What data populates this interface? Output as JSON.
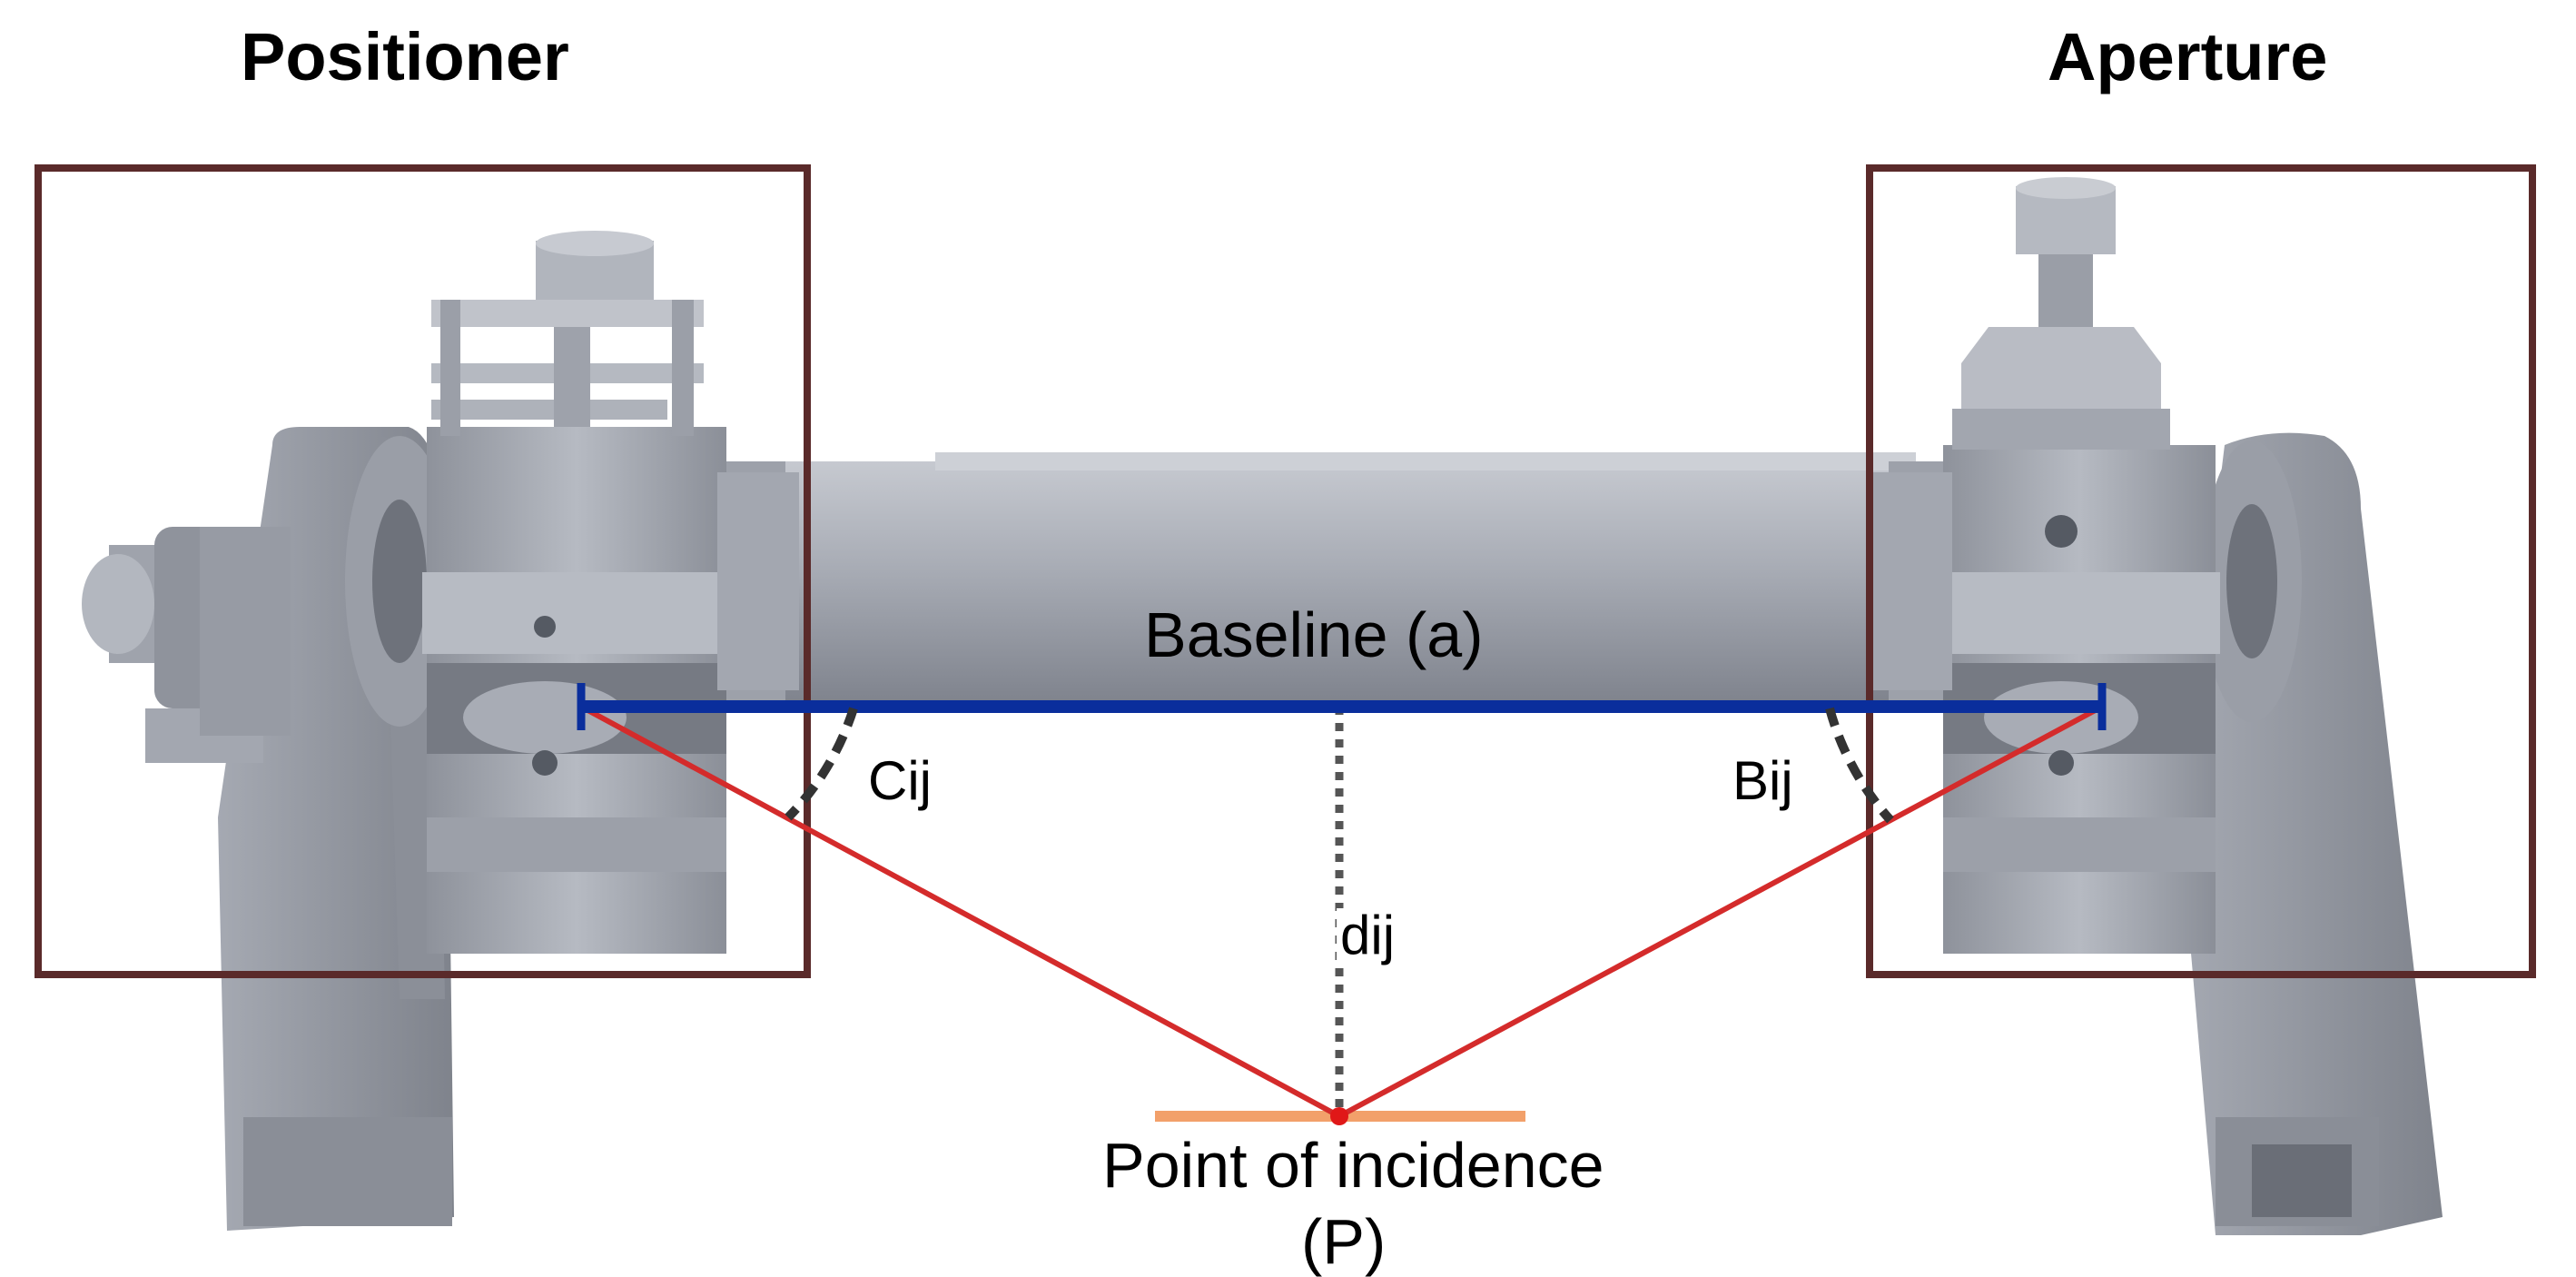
{
  "labels": {
    "positioner": "Positioner",
    "aperture": "Aperture",
    "baseline": "Baseline (a)",
    "angle_c": "Cij",
    "angle_b": "Bij",
    "distance": "dij",
    "incidence_line1": "Point of incidence",
    "incidence_line2": "(P)"
  },
  "colors": {
    "box_outline": "#5a2a2a",
    "baseline": "#0a2e9c",
    "ray": "#d42b2b",
    "surface": "#f2a06a",
    "device_gray": "#a9adb6",
    "dashed": "#333333"
  }
}
